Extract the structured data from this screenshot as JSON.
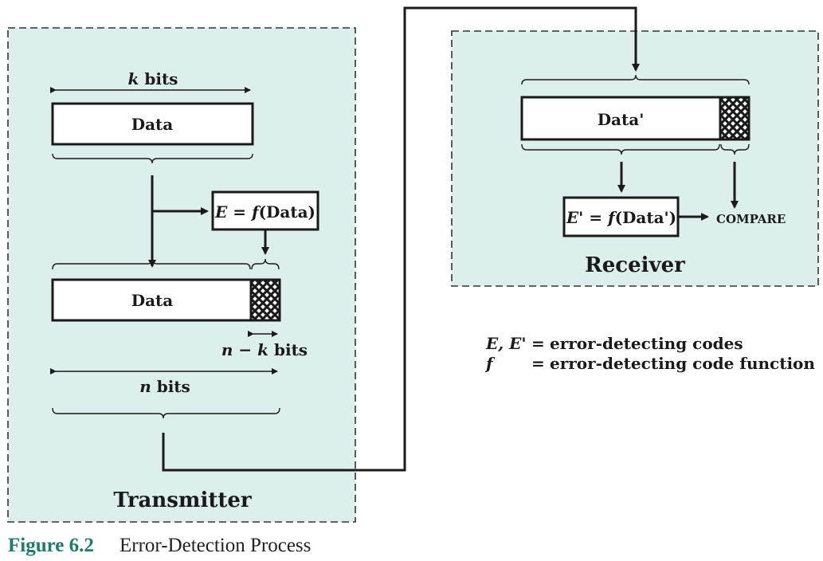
{
  "transmitter": {
    "panel_label": "Transmitter",
    "k_bits_label_var": "k",
    "k_bits_label_unit": "bits",
    "data_block_label": "Data",
    "function_box_lhs": "E",
    "function_box_eq": "=",
    "function_box_f": "f",
    "function_box_arg": "(Data)",
    "output_data_label": "Data",
    "nk_bits_n": "n",
    "nk_bits_minus": "−",
    "nk_bits_k": "k",
    "nk_bits_unit": "bits",
    "n_bits_var": "n",
    "n_bits_unit": "bits"
  },
  "receiver": {
    "panel_label": "Receiver",
    "data_block_label": "Data'",
    "function_box_lhs": "E'",
    "function_box_eq": "=",
    "function_box_f": "f",
    "function_box_arg": "(Data')",
    "compare_label": "COMPARE"
  },
  "legend": {
    "row1_symbols": "E, E'",
    "row1_eq": "=",
    "row1_text": "error-detecting codes",
    "row2_symbol": "f",
    "row2_eq": "=",
    "row2_text": "error-detecting code function"
  },
  "caption": {
    "number": "Figure 6.2",
    "title": "Error-Detection Process"
  },
  "colors": {
    "panel_fill": "#ddefec",
    "caption_accent": "#1f7a70"
  }
}
